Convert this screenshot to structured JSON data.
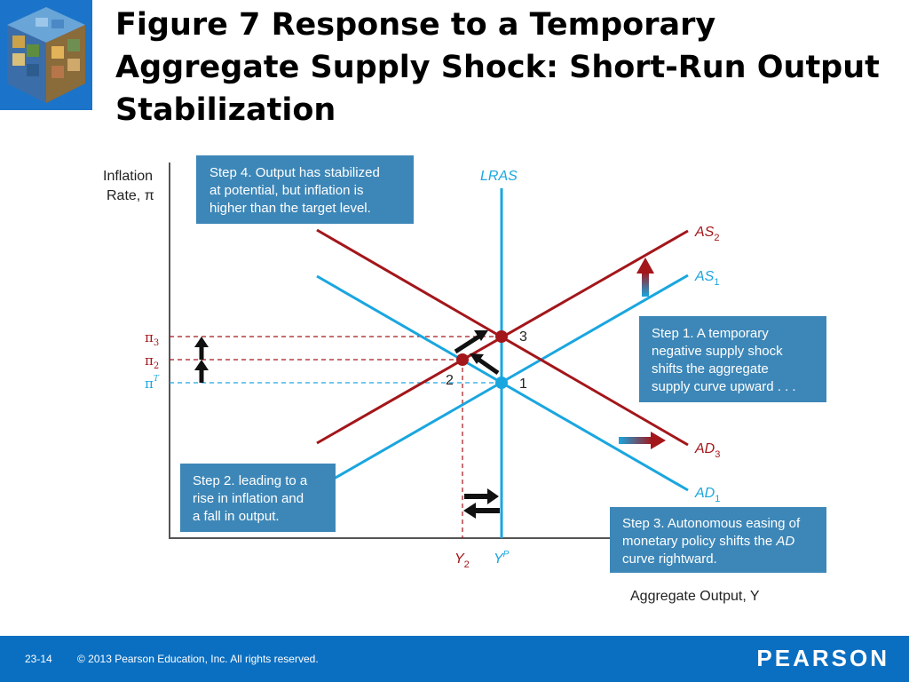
{
  "slide": {
    "title": "Figure 7  Response to a Temporary Aggregate Supply Shock: Short-Run Output Stabilization"
  },
  "axes": {
    "y_label_line1": "Inflation",
    "y_label_line2": "Rate, π",
    "x_label": "Aggregate Output, Y"
  },
  "curves": {
    "lras": "LRAS",
    "as2": "AS",
    "as2_sub": "2",
    "as1": "AS",
    "as1_sub": "1",
    "ad3": "AD",
    "ad3_sub": "3",
    "ad1": "AD",
    "ad1_sub": "1"
  },
  "ticks": {
    "pi3": "π",
    "pi3_sub": "3",
    "pi2": "π",
    "pi2_sub": "2",
    "pit": "π",
    "pit_sup": "T",
    "y2": "Y",
    "y2_sub": "2",
    "yp": "Y",
    "yp_sup": "P"
  },
  "points": {
    "p1": "1",
    "p2": "2",
    "p3": "3"
  },
  "steps": {
    "step4": [
      "Step 4. Output has stabilized",
      "at potential, but inflation is",
      "higher than the target level."
    ],
    "step1": [
      "Step 1. A temporary",
      "negative supply shock",
      "shifts the aggregate",
      "supply curve upward . . ."
    ],
    "step2": [
      "Step 2. leading to a",
      "rise in inflation and",
      "a fall in output."
    ],
    "step3_line1": "Step 3. Autonomous easing of",
    "step3_line2_pre": "monetary policy shifts the ",
    "step3_line2_italic": "AD",
    "step3_line3": "curve rightward."
  },
  "colors": {
    "red": "#a3161a",
    "blue": "#1aa6df",
    "box": "#3d87b8",
    "footer": "#0b6fc1"
  },
  "footer": {
    "page": "23-14",
    "copyright": "© 2013 Pearson Education, Inc. All rights reserved.",
    "brand": "PEARSON"
  }
}
